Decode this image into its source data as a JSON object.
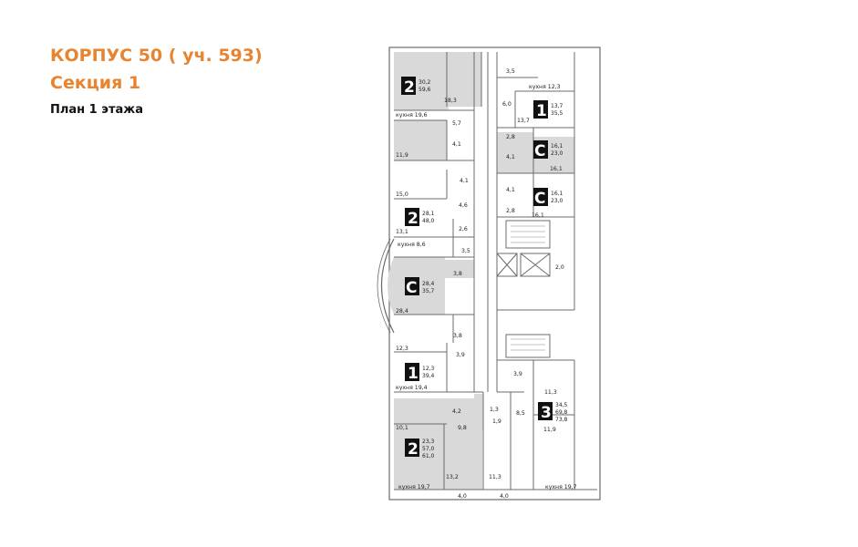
{
  "header": {
    "building": "КОРПУС 50 ( уч. 593)",
    "section": "Секция 1",
    "floor_plan": "План 1 этажа"
  },
  "colors": {
    "accent": "#e8842f",
    "wall": "#6b6b6b",
    "apartment_fill_gray": "#d9d9d9",
    "badge": "#111111"
  },
  "apartments": [
    {
      "id": "apt-2-top-left",
      "rooms": "2",
      "areas": [
        "30,2",
        "59,6"
      ]
    },
    {
      "id": "apt-1-top-right",
      "rooms": "1",
      "areas": [
        "13,7",
        "35,5"
      ]
    },
    {
      "id": "apt-c-right-1",
      "rooms": "С",
      "areas": [
        "16,1",
        "23,0"
      ]
    },
    {
      "id": "apt-c-right-2",
      "rooms": "С",
      "areas": [
        "16,1",
        "23,0"
      ]
    },
    {
      "id": "apt-2-mid-left",
      "rooms": "2",
      "areas": [
        "28,1",
        "48,0"
      ]
    },
    {
      "id": "apt-c-left",
      "rooms": "С",
      "areas": [
        "28,4",
        "35,7"
      ]
    },
    {
      "id": "apt-1-left",
      "rooms": "1",
      "areas": [
        "12,3",
        "39,4"
      ]
    },
    {
      "id": "apt-3-right",
      "rooms": "3",
      "areas": [
        "34,5",
        "69,8",
        "73,8"
      ]
    },
    {
      "id": "apt-2-bottom-left",
      "rooms": "2",
      "areas": [
        "23,3",
        "57,0",
        "61,0"
      ]
    }
  ],
  "room_labels": {
    "r18_3": "18,3",
    "r5_7": "5,7",
    "r4_1a": "4,1",
    "kitchen19_6": "кухня 19,6",
    "r11_9": "11,9",
    "r3_5a": "3,5",
    "kitchen12_3": "кухня 12,3",
    "r6_0": "6,0",
    "r13_7": "13,7",
    "r2_8a": "2,8",
    "r4_1b": "4,1",
    "r16_1a": "16,1",
    "r4_1c": "4,1",
    "r2_8b": "2,8",
    "r16_1b": "16,1",
    "r4_1d": "4,1",
    "r15_0": "15,0",
    "r4_6": "4,6",
    "r2_6": "2,6",
    "r13_1": "13,1",
    "kitchen8_6": "кухня 8,6",
    "r3_5b": "3,5",
    "r2_0": "2,0",
    "r3_8a": "3,8",
    "r28_4": "28,4",
    "r3_8b": "3,8",
    "r12_3": "12,3",
    "r3_9a": "3,9",
    "kitchen19_4": "кухня 19,4",
    "r3_9b": "3,9",
    "r11_3a": "11,3",
    "r4_2": "4,2",
    "r1_3": "1,3",
    "r8_5": "8,5",
    "r1_9": "1,9",
    "r9_8": "9,8",
    "r10_1": "10,1",
    "r11_9b": "11,9",
    "r13_2": "13,2",
    "r11_3b": "11,3",
    "kitchen19_7a": "кухня 19,7",
    "r4_0a": "4,0",
    "r4_0b": "4,0",
    "kitchen19_7b": "кухня 19,7"
  }
}
